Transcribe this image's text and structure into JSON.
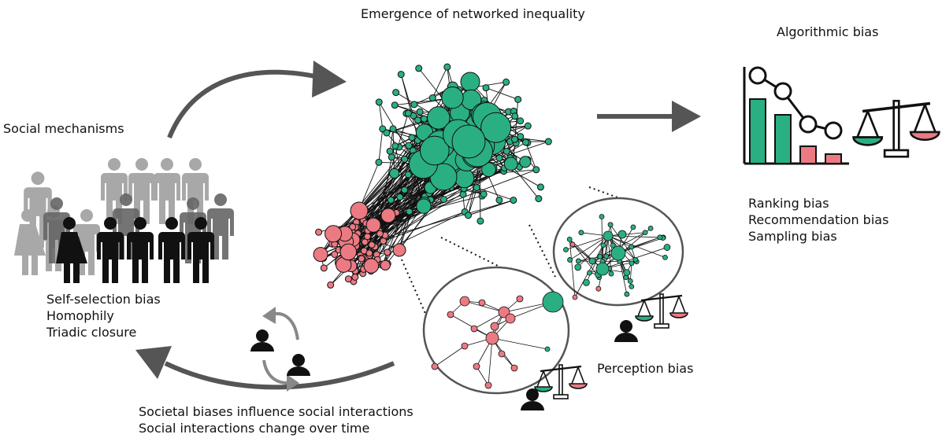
{
  "title": "Emergence of networked inequality",
  "social_mechanisms": {
    "heading": "Social mechanisms",
    "items": [
      "Self-selection bias",
      "Homophily",
      "Triadic closure"
    ]
  },
  "algorithmic": {
    "heading": "Algorithmic bias",
    "items": [
      "Ranking bias",
      "Recommendation bias",
      "Sampling bias"
    ]
  },
  "perception": {
    "label": "Perception bias"
  },
  "feedback": {
    "lines": [
      "Societal biases influence social interactions",
      "Social interactions change over time"
    ]
  },
  "colors": {
    "majority": "#2aaf82",
    "minority": "#ec7a83",
    "edge": "#111111",
    "arrow": "#555555",
    "people_front": "#111111",
    "people_back": "#8a8a8a"
  },
  "icons": [
    "people-crowd-icon",
    "scale-icon",
    "person-icon",
    "cycle-arrows-icon",
    "ranking-chart-icon"
  ]
}
